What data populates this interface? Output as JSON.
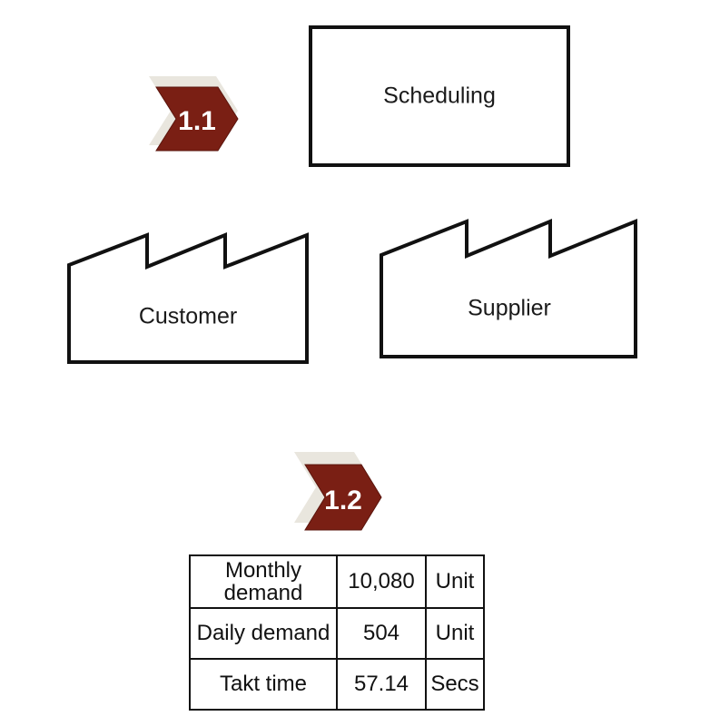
{
  "badges": [
    {
      "label": "1.1"
    },
    {
      "label": "1.2"
    }
  ],
  "boxes": {
    "scheduling": "Scheduling"
  },
  "factories": {
    "customer": "Customer",
    "supplier": "Supplier"
  },
  "table": {
    "rows": [
      {
        "metric": "Monthly\ndemand",
        "value": "10,080",
        "unit": "Unit"
      },
      {
        "metric": "Daily demand",
        "value": "504",
        "unit": "Unit"
      },
      {
        "metric": "Takt time",
        "value": "57.14",
        "unit": "Secs"
      }
    ]
  },
  "colors": {
    "badge_fill": "#7a1f14",
    "badge_shadow": "#e9e6de",
    "stroke": "#111111"
  }
}
